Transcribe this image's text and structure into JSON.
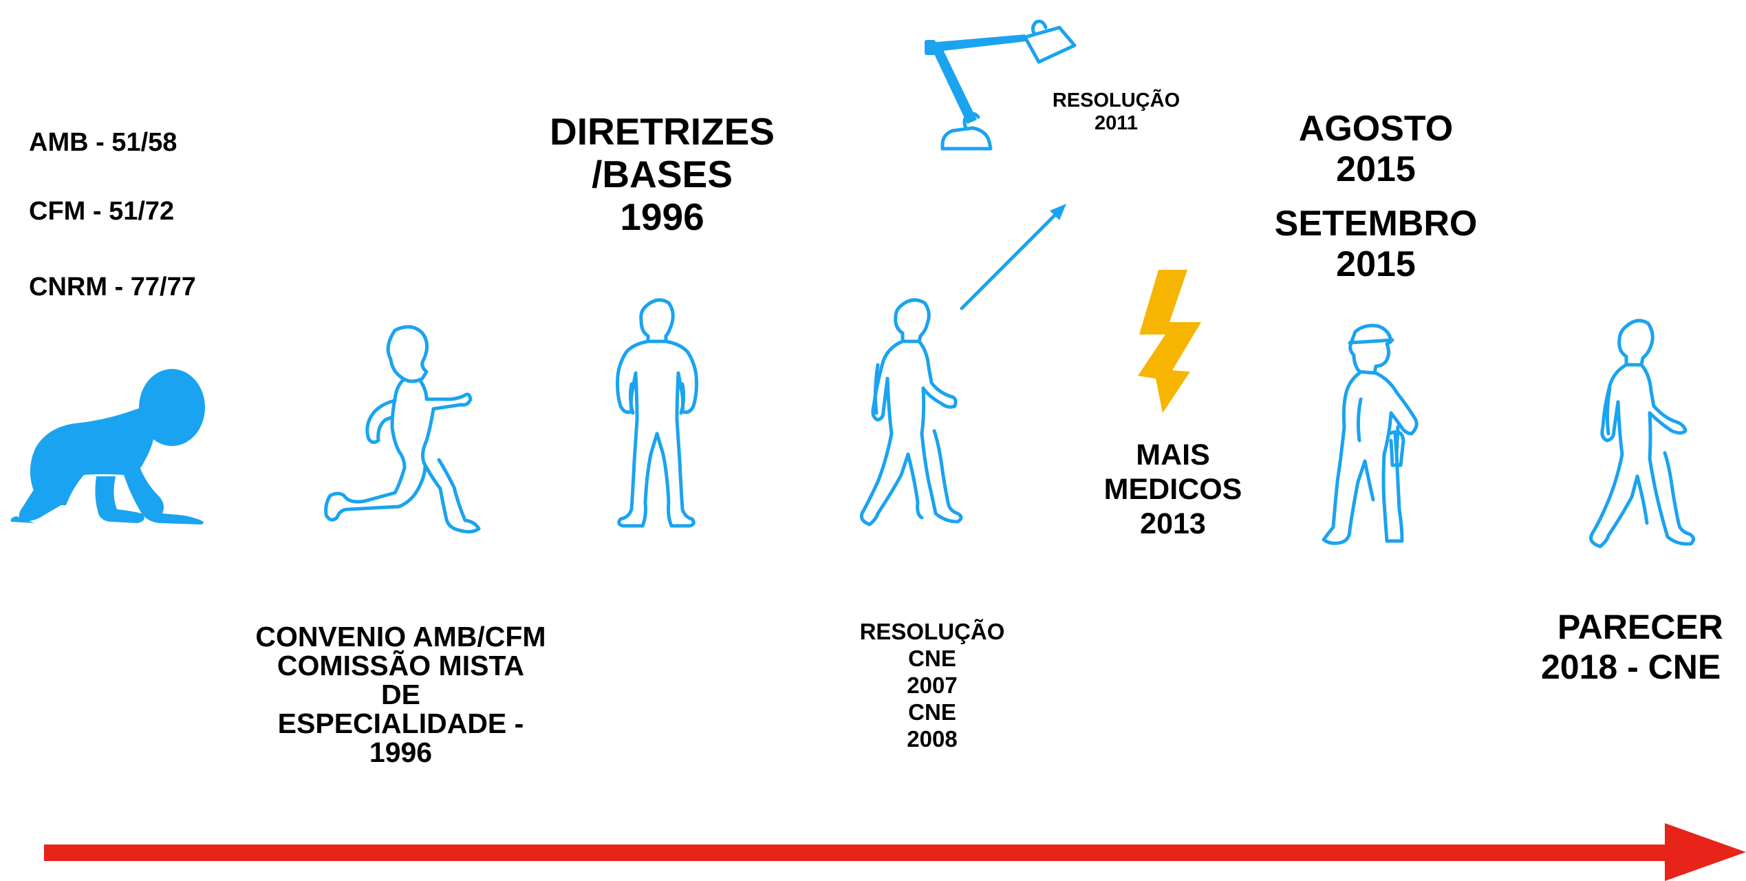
{
  "colors": {
    "accent_blue": "#1aa3f0",
    "timeline_red": "#e8231a",
    "bolt_yellow": "#f5b500",
    "text": "#000000"
  },
  "left_list": {
    "amb": "AMB - 51/58",
    "cfm": "CFM - 51/72",
    "cnrm": "CNRM - 77/77"
  },
  "milestones": {
    "diretrizes": [
      "DIRETRIZES",
      "/BASES",
      "1996"
    ],
    "resolucao_2011": [
      "RESOLUÇÃO",
      "2011"
    ],
    "agosto": [
      "AGOSTO",
      "2015"
    ],
    "setembro": [
      "SETEMBRO",
      "2015"
    ],
    "mais_medicos": [
      "MAIS",
      "MEDICOS",
      "2013"
    ],
    "convenio": [
      "CONVENIO AMB/CFM",
      "COMISSÃO MISTA",
      "DE",
      "ESPECIALIDADE -",
      "1996"
    ],
    "resolucao_cne": [
      "RESOLUÇÃO",
      "CNE",
      "2007",
      "CNE",
      "2008"
    ],
    "parecer": [
      "PARECER",
      "2018 - CNE"
    ]
  },
  "icons": {
    "baby": "crawling-baby-icon",
    "child": "running-child-icon",
    "teen": "standing-teen-icon",
    "young_adult": "walking-young-adult-icon",
    "lamp": "desk-lamp-icon",
    "bolt": "lightning-bolt-icon",
    "worker": "worker-with-hammer-icon",
    "adult": "walking-adult-icon",
    "timeline_arrow": "timeline-arrow-icon"
  }
}
